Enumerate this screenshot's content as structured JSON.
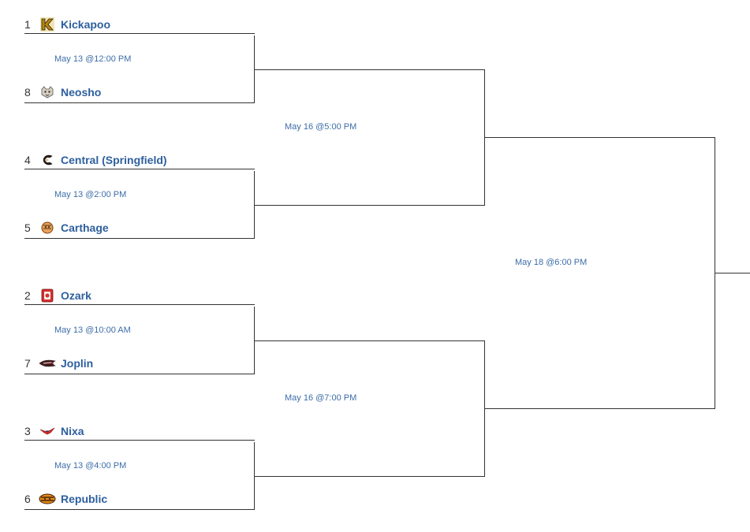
{
  "round1": [
    {
      "top": {
        "seed": "1",
        "name": "Kickapoo",
        "logo": "kickapoo-k-logo"
      },
      "bottom": {
        "seed": "8",
        "name": "Neosho",
        "logo": "neosho-wildcat-logo"
      },
      "time": "May 13 @12:00 PM"
    },
    {
      "top": {
        "seed": "4",
        "name": "Central (Springfield)",
        "logo": "central-c-logo"
      },
      "bottom": {
        "seed": "5",
        "name": "Carthage",
        "logo": "carthage-tiger-logo"
      },
      "time": "May 13 @2:00 PM"
    },
    {
      "top": {
        "seed": "2",
        "name": "Ozark",
        "logo": "ozark-tiger-logo"
      },
      "bottom": {
        "seed": "7",
        "name": "Joplin",
        "logo": "joplin-eagle-logo"
      },
      "time": "May 13 @10:00 AM"
    },
    {
      "top": {
        "seed": "3",
        "name": "Nixa",
        "logo": "nixa-eagle-logo"
      },
      "bottom": {
        "seed": "6",
        "name": "Republic",
        "logo": "republic-tiger-logo"
      },
      "time": "May 13 @4:00 PM"
    }
  ],
  "round2": [
    {
      "time": "May 16 @5:00 PM"
    },
    {
      "time": "May 16 @7:00 PM"
    }
  ],
  "final": {
    "time": "May 18 @6:00 PM"
  },
  "colors": {
    "team_link": "#2d5f9e",
    "time_link": "#3c6da8",
    "line": "#333333"
  }
}
